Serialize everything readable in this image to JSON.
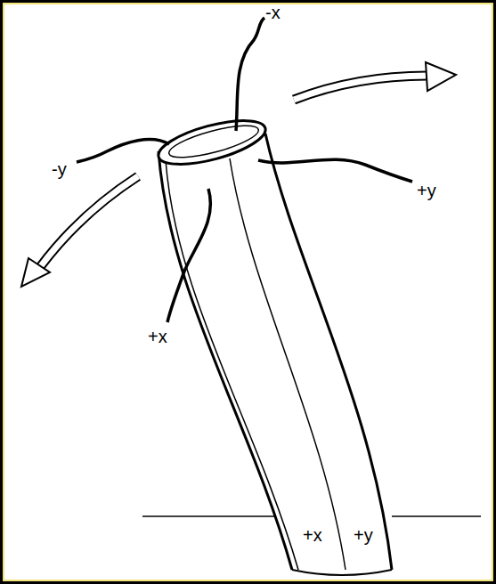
{
  "diagram": {
    "labels": [
      "-x",
      "-y",
      "+y",
      "+x",
      "+x",
      "+y"
    ]
  }
}
